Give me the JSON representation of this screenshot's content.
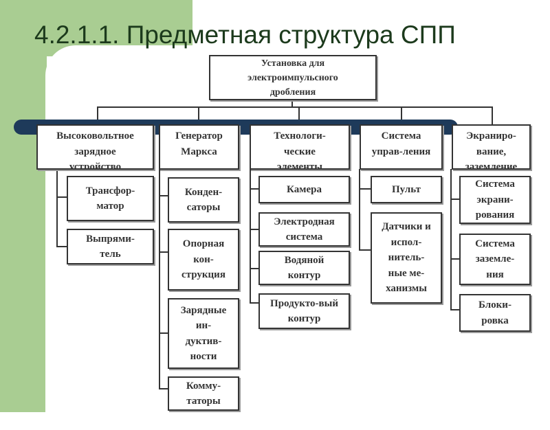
{
  "title": "4.2.1.1. Предметная структура СПП",
  "root": "Установка для\nэлектроимпульсного\nдробления",
  "columns": [
    {
      "header": "Высоковольтное\nзарядное\nустройство",
      "items": [
        "Трансфор-\nматор",
        "Выпрями-\nтель"
      ]
    },
    {
      "header": "Генератор\nМаркса",
      "items": [
        "Конден-\nсаторы",
        "Опорная\nкон-\nструкция",
        "Зарядные\nин-\nдуктив-\nности",
        "Комму-\nтаторы"
      ]
    },
    {
      "header": "Технологи-\nческие\nэлементы",
      "items": [
        "Камера",
        "Электродная\nсистема",
        "Водяной\nконтур",
        "Продукто-вый\nконтур"
      ]
    },
    {
      "header": "Система\nуправ-ления",
      "items": [
        "Пульт",
        "Датчики и\nиспол-\nнитель-\nные ме-\nханизмы"
      ]
    },
    {
      "header": "Экраниро-\nвание,\nзаземление",
      "items": [
        "Система\nэкрани-\nрования",
        "Система\nзаземле-\nния",
        "Блоки-\nровка"
      ]
    }
  ],
  "colors": {
    "accent_bar": "#1e3a5a",
    "background_green": "#a9cd92",
    "title_text": "#1c3a1c",
    "box_border": "#333333"
  }
}
